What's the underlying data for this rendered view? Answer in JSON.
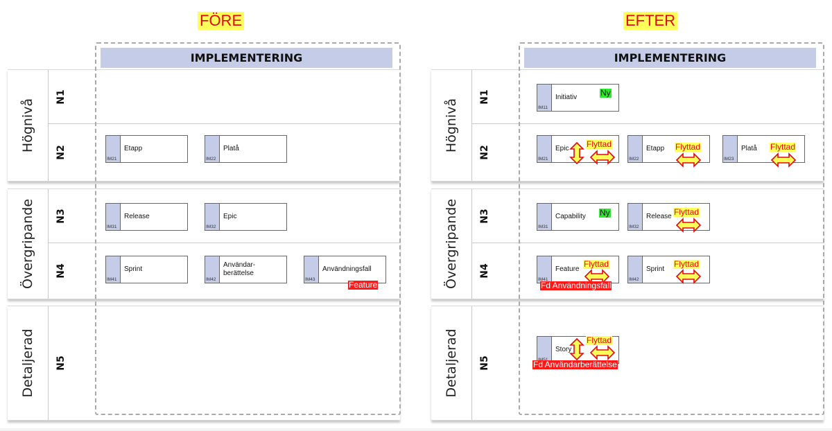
{
  "titles": {
    "before": "FÖRE",
    "after": "EFTER"
  },
  "common": {
    "implementation": "IMPLEMENTERING",
    "groups": {
      "hog": "Högnivå",
      "over": "Övergripande",
      "det": "Detaljerad"
    },
    "levels": {
      "n1": "N1",
      "n2": "N2",
      "n3": "N3",
      "n4": "N4",
      "n5": "N5"
    }
  },
  "before": {
    "boxes": {
      "im21": {
        "code": "IM21",
        "name": "Etapp"
      },
      "im22": {
        "code": "IM22",
        "name": "Platå"
      },
      "im31": {
        "code": "IM31",
        "name": "Release"
      },
      "im32": {
        "code": "IM32",
        "name": "Epic"
      },
      "im41": {
        "code": "IM41",
        "name": "Sprint"
      },
      "im42": {
        "code": "IM42",
        "name_line1": "Användar-",
        "name_line2": "berättelse"
      },
      "im43": {
        "code": "IM43",
        "name": "Användningsfall",
        "tag": "Feature"
      }
    }
  },
  "after": {
    "boxes": {
      "im11": {
        "code": "IM11",
        "name": "Initiativ",
        "tag": "Ny"
      },
      "im21": {
        "code": "IM21",
        "name": "Epic",
        "tag": "Flyttad"
      },
      "im22": {
        "code": "IM22",
        "name": "Etapp",
        "tag": "Flyttad"
      },
      "im23": {
        "code": "IM23",
        "name": "Platå",
        "tag": "Flyttad"
      },
      "im31": {
        "code": "IM31",
        "name": "Capability",
        "tag": "Ny"
      },
      "im32": {
        "code": "IM32",
        "name": "Release",
        "tag": "Flyttad"
      },
      "im41": {
        "code": "IM41",
        "name": "Feature",
        "tag": "Flyttad",
        "former": "Fd Användningsfall"
      },
      "im42": {
        "code": "IM42",
        "name": "Sprint",
        "tag": "Flyttad"
      },
      "im51": {
        "code": "IM51",
        "name": "Story",
        "tag": "Flyttad",
        "former": "Fd Användarberättelse"
      }
    }
  },
  "colors": {
    "title_text": "#e30613",
    "highlight_yellow": "#ffff5a",
    "new_green": "#2ee82e",
    "former_red": "#ff1a1a",
    "box_tab": "#c5cce8"
  }
}
